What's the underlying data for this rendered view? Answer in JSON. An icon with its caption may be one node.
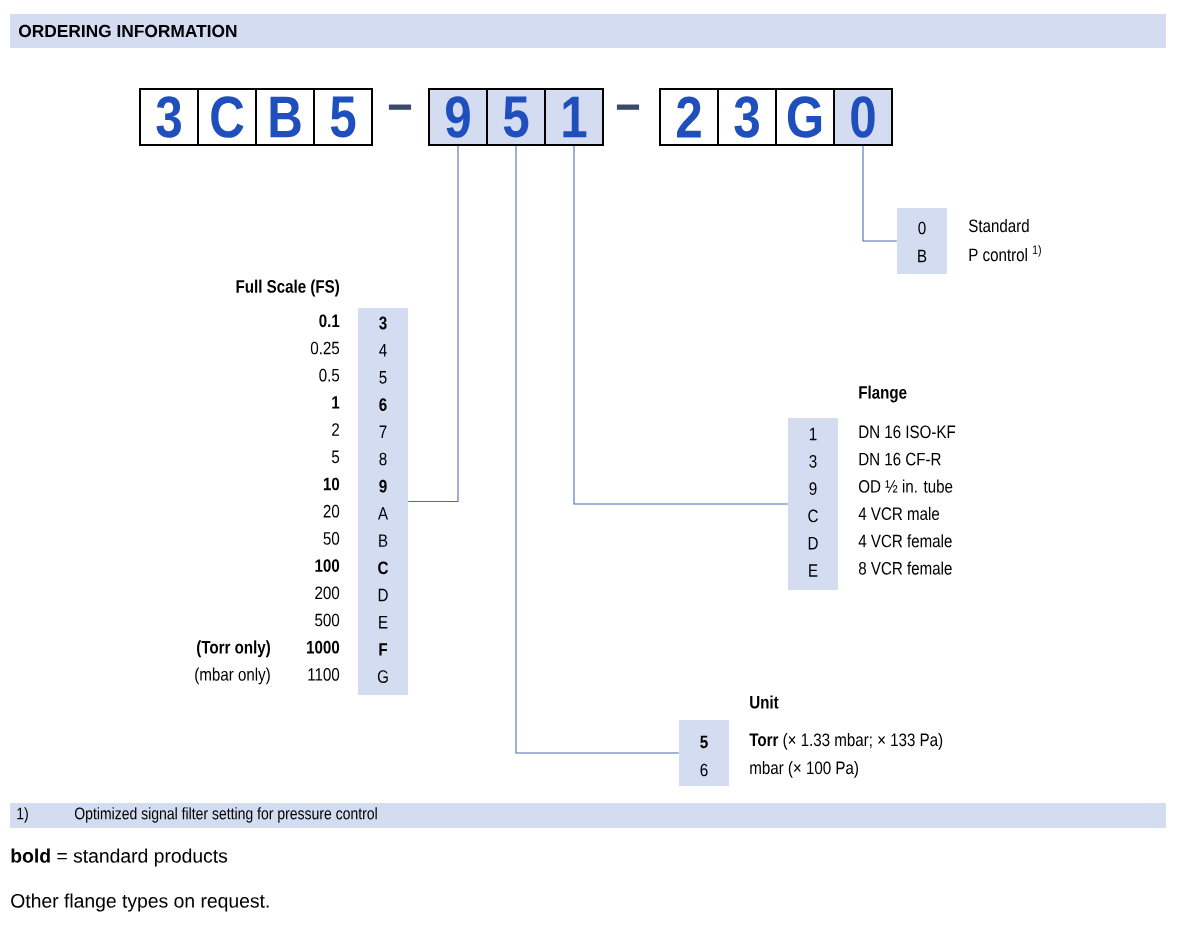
{
  "diagram": {
    "title": "ORDERING INFORMATION",
    "nodes": [
      {
        "text": [
          "3"
        ]
      },
      {
        "text": [
          "C"
        ]
      },
      {
        "text": [
          "B"
        ]
      },
      {
        "text": [
          "5"
        ]
      },
      {
        "text": [
          "9"
        ]
      },
      {
        "text": [
          "5"
        ]
      },
      {
        "text": [
          "1"
        ]
      },
      {
        "text": [
          "2"
        ]
      },
      {
        "text": [
          "3"
        ]
      },
      {
        "text": [
          "G"
        ]
      },
      {
        "text": [
          "0"
        ]
      },
      {
        "text": [
          "0",
          "B"
        ],
        "beside": [
          "Standard",
          "P control $^{1)}$"
        ]
      },
      {
        "text": [
          "**3**",
          "4",
          "5",
          "**6**",
          "7",
          "8",
          "**9**",
          "A",
          "B",
          "**C**",
          "D",
          "E",
          "**F**",
          "G"
        ],
        "beside": [
          "Full Scale (FS)",
          "**0.1**",
          "0.25",
          "0.5",
          "**1**",
          "2",
          "5",
          "**10**",
          "20",
          "50",
          "**100**",
          "200",
          "500",
          "**1000**",
          "1100",
          "**(Torr only)**",
          "(mbar only)"
        ]
      },
      {
        "text": [
          "1",
          "3",
          "9",
          "C",
          "D",
          "E"
        ],
        "beside": [
          "Flange",
          "DN 16 ISO-KF",
          "DN 16 CF-R",
          "OD ½ in. tube",
          "4 VCR male",
          "4 VCR female",
          "8 VCR female"
        ]
      },
      {
        "text": [
          "**5**",
          "6"
        ],
        "beside": [
          "Unit",
          "**Torr** (× 1.33 mbar; × 133 Pa)",
          "mbar (× 100 Pa)"
        ]
      },
      {
        "text": [
          "1)",
          "Optimized signal filter setting for pressure control"
        ]
      }
    ],
    "edges": [
      {
        "from": 10,
        "to": 11,
        "arrow": "none"
      },
      {
        "from": 4,
        "to": 12,
        "arrow": "none"
      },
      {
        "from": 6,
        "to": 13,
        "arrow": "none"
      },
      {
        "from": 5,
        "to": 14,
        "arrow": "none"
      }
    ],
    "labels": [
      "–",
      "–",
      "**bold** = standard products",
      "Other flange types on request."
    ]
  }
}
